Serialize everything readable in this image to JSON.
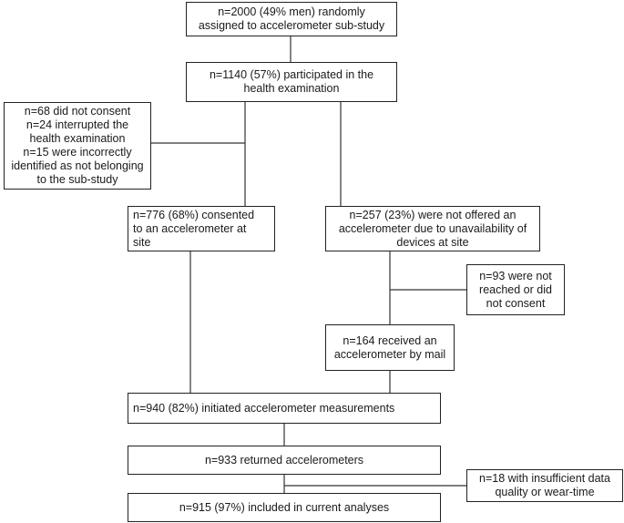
{
  "boxes": {
    "randomized": {
      "lines": [
        "n=2000 (49% men) randomly",
        "assigned to accelerometer sub-study"
      ]
    },
    "participated": {
      "lines": [
        "n=1140 (57%) participated in the",
        "health examination"
      ]
    },
    "excluded_exam": {
      "lines": [
        "n=68 did not consent",
        "n=24 interrupted the",
        "health examination",
        "n=15 were incorrectly",
        "identified  as not belonging",
        "to the sub-study"
      ]
    },
    "consented_site": {
      "lines": [
        "n=776 (68%) consented",
        "to an accelerometer at",
        "site"
      ]
    },
    "not_offered": {
      "lines": [
        "n=257 (23%) were not offered an",
        "accelerometer due to unavailability  of",
        "devices at site"
      ]
    },
    "not_reached": {
      "lines": [
        "n=93 were not",
        "reached or did",
        "not consent"
      ]
    },
    "by_mail": {
      "lines": [
        "n=164 received an",
        "accelerometer by mail"
      ]
    },
    "initiated": {
      "lines": [
        "n=940 (82%) initiated  accelerometer measurements"
      ]
    },
    "returned": {
      "lines": [
        "n=933 returned accelerometers"
      ]
    },
    "insufficient": {
      "lines": [
        "n=18 with insufficient data",
        "quality or  wear-time"
      ]
    },
    "included": {
      "lines": [
        "n=915 (97%) included in current analyses"
      ]
    }
  }
}
